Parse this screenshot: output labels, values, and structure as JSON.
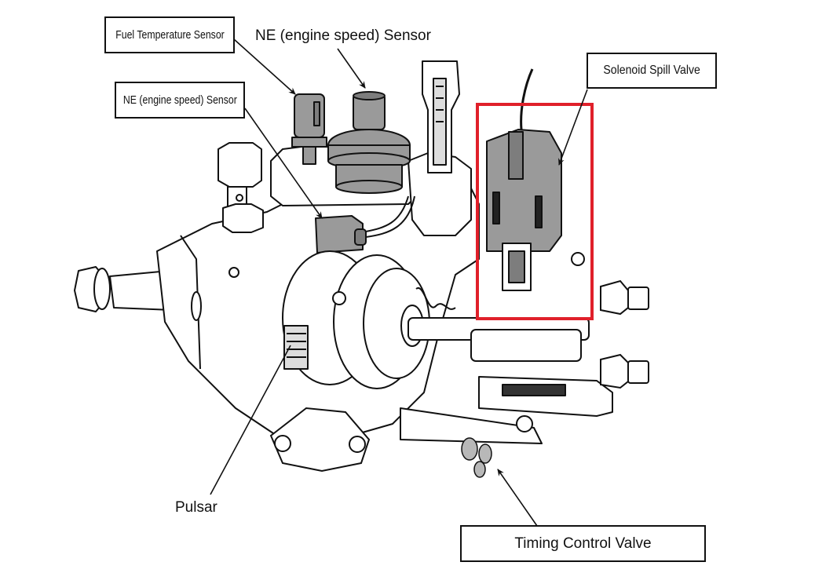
{
  "labels": {
    "fuel_temperature_sensor": "Fuel Temperature Sensor",
    "ne_sensor_top": "NE (engine speed) Sensor",
    "ne_sensor_left": "NE (engine speed) Sensor",
    "solenoid_spill_valve": "Solenoid Spill Valve",
    "pulsar": "Pulsar",
    "timing_control_valve": "Timing Control Valve"
  },
  "colors": {
    "highlight": "#e0202a",
    "line": "#111111",
    "part_fill": "#9a9a9a",
    "part_fill_dark": "#7d7d7d"
  }
}
